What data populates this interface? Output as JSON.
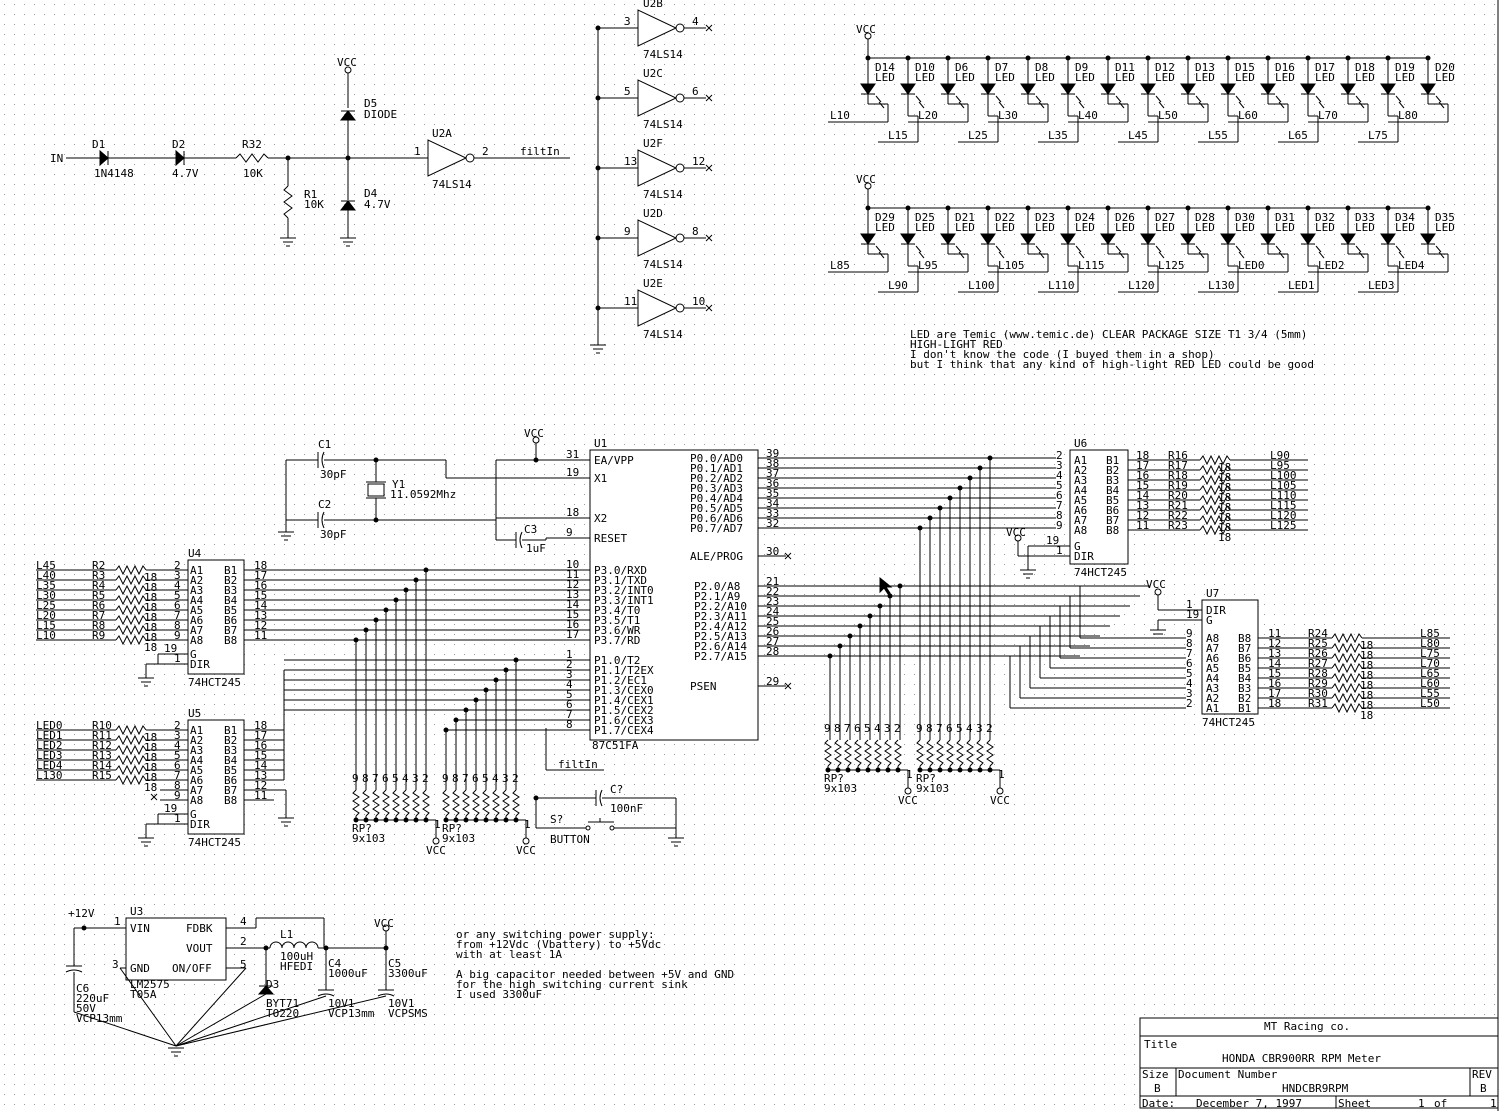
{
  "input": {
    "label": "IN"
  },
  "input_section": {
    "d1": {
      "ref": "D1",
      "value": "1N4148"
    },
    "d2": {
      "ref": "D2",
      "value": "4.7V"
    },
    "r32": {
      "ref": "R32",
      "value": "10K"
    },
    "r1": {
      "ref": "R1",
      "value": "10K"
    },
    "d5": {
      "ref": "D5",
      "value": "DIODE"
    },
    "d4": {
      "ref": "D4",
      "value": "4.7V"
    },
    "vcc": "VCC",
    "u2a": {
      "ref": "U2A",
      "value": "74LS14",
      "pin_in": "1",
      "pin_out": "2"
    },
    "net_out": "filtIn"
  },
  "spare_inverters": [
    {
      "ref": "U2B",
      "value": "74LS14",
      "pin_in": "3",
      "pin_out": "4"
    },
    {
      "ref": "U2C",
      "value": "74LS14",
      "pin_in": "5",
      "pin_out": "6"
    },
    {
      "ref": "U2F",
      "value": "74LS14",
      "pin_in": "13",
      "pin_out": "12"
    },
    {
      "ref": "U2D",
      "value": "74LS14",
      "pin_in": "9",
      "pin_out": "8"
    },
    {
      "ref": "U2E",
      "value": "74LS14",
      "pin_in": "11",
      "pin_out": "10"
    }
  ],
  "led_row1": {
    "vcc": "VCC",
    "leds": [
      "D14",
      "D10",
      "D6",
      "D7",
      "D8",
      "D9",
      "D11",
      "D12",
      "D13",
      "D15",
      "D16",
      "D17",
      "D18",
      "D19",
      "D20"
    ],
    "led_value": "LED",
    "nets_upper": [
      "L10",
      "L20",
      "L30",
      "L40",
      "L50",
      "L60",
      "L70",
      "L80"
    ],
    "nets_lower": [
      "L15",
      "L25",
      "L35",
      "L45",
      "L55",
      "L65",
      "L75"
    ]
  },
  "led_row2": {
    "vcc": "VCC",
    "leds": [
      "D29",
      "D25",
      "D21",
      "D22",
      "D23",
      "D24",
      "D26",
      "D27",
      "D28",
      "D30",
      "D31",
      "D32",
      "D33",
      "D34",
      "D35"
    ],
    "led_value": "LED",
    "nets_upper": [
      "L85",
      "L95",
      "L105",
      "L115",
      "L125",
      "LED0",
      "LED2",
      "LED4"
    ],
    "nets_lower": [
      "L90",
      "L100",
      "L110",
      "L120",
      "L130",
      "LED1",
      "LED3"
    ]
  },
  "led_note": [
    "LED are Temic (www.temic.de) CLEAR PACKAGE SIZE T1 3/4 (5mm)",
    "HIGH-LIGHT RED",
    "I don't know the code (I buyed them in a shop)",
    "but I think that any kind of high-light RED LED could be good"
  ],
  "mcu": {
    "ref": "U1",
    "value": "87C51FA",
    "vcc": "VCC",
    "left_pins": [
      {
        "num": "31",
        "name": "EA/VPP"
      },
      {
        "num": "19",
        "name": "X1"
      },
      {
        "num": "18",
        "name": "X2"
      },
      {
        "num": "9",
        "name": "RESET"
      },
      {
        "num": "10",
        "name": "P3.0/RXD"
      },
      {
        "num": "11",
        "name": "P3.1/TXD"
      },
      {
        "num": "12",
        "name": "P3.2/INT0"
      },
      {
        "num": "13",
        "name": "P3.3/INT1"
      },
      {
        "num": "14",
        "name": "P3.4/T0"
      },
      {
        "num": "15",
        "name": "P3.5/T1"
      },
      {
        "num": "16",
        "name": "P3.6/WR"
      },
      {
        "num": "17",
        "name": "P3.7/RD"
      },
      {
        "num": "1",
        "name": "P1.0/T2"
      },
      {
        "num": "2",
        "name": "P1.1/T2EX"
      },
      {
        "num": "3",
        "name": "P1.2/EC1"
      },
      {
        "num": "4",
        "name": "P1.3/CEX0"
      },
      {
        "num": "5",
        "name": "P1.4/CEX1"
      },
      {
        "num": "6",
        "name": "P1.5/CEX2"
      },
      {
        "num": "7",
        "name": "P1.6/CEX3"
      },
      {
        "num": "8",
        "name": "P1.7/CEX4"
      }
    ],
    "right_pins": [
      {
        "num": "39",
        "name": "P0.0/AD0"
      },
      {
        "num": "38",
        "name": "P0.1/AD1"
      },
      {
        "num": "37",
        "name": "P0.2/AD2"
      },
      {
        "num": "36",
        "name": "P0.3/AD3"
      },
      {
        "num": "35",
        "name": "P0.4/AD4"
      },
      {
        "num": "34",
        "name": "P0.5/AD5"
      },
      {
        "num": "33",
        "name": "P0.6/AD6"
      },
      {
        "num": "32",
        "name": "P0.7/AD7"
      },
      {
        "num": "30",
        "name": "ALE/PROG"
      },
      {
        "num": "21",
        "name": "P2.0/A8"
      },
      {
        "num": "22",
        "name": "P2.1/A9"
      },
      {
        "num": "23",
        "name": "P2.2/A10"
      },
      {
        "num": "24",
        "name": "P2.3/A11"
      },
      {
        "num": "25",
        "name": "P2.4/A12"
      },
      {
        "num": "26",
        "name": "P2.5/A13"
      },
      {
        "num": "27",
        "name": "P2.6/A14"
      },
      {
        "num": "28",
        "name": "P2.7/A15"
      },
      {
        "num": "29",
        "name": "PSEN"
      }
    ]
  },
  "oscillator": {
    "c1": {
      "ref": "C1",
      "value": "30pF"
    },
    "c2": {
      "ref": "C2",
      "value": "30pF"
    },
    "y1": {
      "ref": "Y1",
      "value": "11.0592Mhz"
    },
    "c3": {
      "ref": "C3",
      "value": "1uF"
    }
  },
  "u4": {
    "ref": "U4",
    "value": "74HCT245",
    "a_pins": [
      {
        "name": "A1",
        "num": "2"
      },
      {
        "name": "A2",
        "num": "3"
      },
      {
        "name": "A3",
        "num": "4"
      },
      {
        "name": "A4",
        "num": "5"
      },
      {
        "name": "A5",
        "num": "6"
      },
      {
        "name": "A6",
        "num": "7"
      },
      {
        "name": "A7",
        "num": "8"
      },
      {
        "name": "A8",
        "num": "9"
      }
    ],
    "b_pins": [
      {
        "name": "B1",
        "num": "18"
      },
      {
        "name": "B2",
        "num": "17"
      },
      {
        "name": "B3",
        "num": "16"
      },
      {
        "name": "B4",
        "num": "15"
      },
      {
        "name": "B5",
        "num": "14"
      },
      {
        "name": "B6",
        "num": "13"
      },
      {
        "name": "B7",
        "num": "12"
      },
      {
        "name": "B8",
        "num": "11"
      }
    ],
    "g": {
      "name": "G",
      "num": "19"
    },
    "dir": {
      "name": "DIR",
      "num": "1"
    },
    "nets": [
      "L45",
      "L40",
      "L35",
      "L30",
      "L25",
      "L20",
      "L15",
      "L10"
    ],
    "resistors": [
      "R2",
      "R3",
      "R4",
      "R5",
      "R6",
      "R7",
      "R8",
      "R9"
    ],
    "rval": "18"
  },
  "u5": {
    "ref": "U5",
    "value": "74HCT245",
    "a_pins": [
      {
        "name": "A1",
        "num": "2"
      },
      {
        "name": "A2",
        "num": "3"
      },
      {
        "name": "A3",
        "num": "4"
      },
      {
        "name": "A4",
        "num": "5"
      },
      {
        "name": "A5",
        "num": "6"
      },
      {
        "name": "A6",
        "num": "7"
      },
      {
        "name": "A7",
        "num": "8"
      },
      {
        "name": "A8",
        "num": "9"
      }
    ],
    "b_pins": [
      {
        "name": "B1",
        "num": "18"
      },
      {
        "name": "B2",
        "num": "17"
      },
      {
        "name": "B3",
        "num": "16"
      },
      {
        "name": "B4",
        "num": "15"
      },
      {
        "name": "B5",
        "num": "14"
      },
      {
        "name": "B6",
        "num": "13"
      },
      {
        "name": "B7",
        "num": "12"
      },
      {
        "name": "B8",
        "num": "11"
      }
    ],
    "g": {
      "name": "G",
      "num": "19"
    },
    "dir": {
      "name": "DIR",
      "num": "1"
    },
    "nets": [
      "LED0",
      "LED1",
      "LED2",
      "LED3",
      "LED4",
      "L130"
    ],
    "resistors": [
      "R10",
      "R11",
      "R12",
      "R13",
      "R14",
      "R15"
    ],
    "rval": "18"
  },
  "u6": {
    "ref": "U6",
    "value": "74HCT245",
    "vcc": "VCC",
    "a_pins": [
      {
        "name": "A1",
        "num": "2"
      },
      {
        "name": "A2",
        "num": "3"
      },
      {
        "name": "A3",
        "num": "4"
      },
      {
        "name": "A4",
        "num": "5"
      },
      {
        "name": "A5",
        "num": "6"
      },
      {
        "name": "A6",
        "num": "7"
      },
      {
        "name": "A7",
        "num": "8"
      },
      {
        "name": "A8",
        "num": "9"
      }
    ],
    "b_pins": [
      {
        "name": "B1",
        "num": "18"
      },
      {
        "name": "B2",
        "num": "17"
      },
      {
        "name": "B3",
        "num": "16"
      },
      {
        "name": "B4",
        "num": "15"
      },
      {
        "name": "B5",
        "num": "14"
      },
      {
        "name": "B6",
        "num": "13"
      },
      {
        "name": "B7",
        "num": "12"
      },
      {
        "name": "B8",
        "num": "11"
      }
    ],
    "g": {
      "name": "G",
      "num": "19"
    },
    "dir": {
      "name": "DIR",
      "num": "1"
    },
    "resistors": [
      "R16",
      "R17",
      "R18",
      "R19",
      "R20",
      "R21",
      "R22",
      "R23"
    ],
    "rval": "18",
    "nets": [
      "L90",
      "L95",
      "L100",
      "L105",
      "L110",
      "L115",
      "L120",
      "L125"
    ]
  },
  "u7": {
    "ref": "U7",
    "value": "74HCT245",
    "vcc": "VCC",
    "a_pins": [
      {
        "name": "A8",
        "num": "9"
      },
      {
        "name": "A7",
        "num": "8"
      },
      {
        "name": "A6",
        "num": "7"
      },
      {
        "name": "A5",
        "num": "6"
      },
      {
        "name": "A4",
        "num": "5"
      },
      {
        "name": "A3",
        "num": "4"
      },
      {
        "name": "A2",
        "num": "3"
      },
      {
        "name": "A1",
        "num": "2"
      }
    ],
    "b_pins": [
      {
        "name": "B8",
        "num": "11"
      },
      {
        "name": "B7",
        "num": "12"
      },
      {
        "name": "B6",
        "num": "13"
      },
      {
        "name": "B5",
        "num": "14"
      },
      {
        "name": "B4",
        "num": "15"
      },
      {
        "name": "B3",
        "num": "16"
      },
      {
        "name": "B2",
        "num": "17"
      },
      {
        "name": "B1",
        "num": "18"
      }
    ],
    "dir": {
      "name": "DIR",
      "num": "1"
    },
    "g": {
      "name": "G",
      "num": "19"
    },
    "resistors": [
      "R24",
      "R25",
      "R26",
      "R27",
      "R28",
      "R29",
      "R30",
      "R31"
    ],
    "rval": "18",
    "nets": [
      "L85",
      "L80",
      "L75",
      "L70",
      "L65",
      "L60",
      "L55",
      "L50"
    ]
  },
  "resistor_packs": {
    "ref": "RP?",
    "value": "9x103",
    "pins": [
      "9",
      "8",
      "7",
      "6",
      "5",
      "4",
      "3",
      "2"
    ],
    "common_pin": "1",
    "vcc": "VCC"
  },
  "reset_circuit": {
    "c": {
      "ref": "C?",
      "value": "100nF"
    },
    "sw": {
      "ref": "S?",
      "value": "BUTTON"
    },
    "net": "filtIn"
  },
  "power": {
    "in_label": "+12V",
    "u3": {
      "ref": "U3",
      "value": "LM2575",
      "package": "T05A",
      "pins": [
        {
          "num": "1",
          "name": "VIN"
        },
        {
          "num": "3",
          "name": "GND"
        },
        {
          "num": "4",
          "name": "FDBK"
        },
        {
          "num": "2",
          "name": "VOUT"
        },
        {
          "num": "5",
          "name": "ON/OFF"
        }
      ]
    },
    "l1": {
      "ref": "L1",
      "value": "100uH",
      "part": "HFEDI"
    },
    "d3": {
      "ref": "D3",
      "value": "BYT71",
      "package": "TO220"
    },
    "c4": {
      "ref": "C4",
      "value": "1000uF",
      "rating": "10V1",
      "package": "VCP13mm"
    },
    "c5": {
      "ref": "C5",
      "value": "3300uF",
      "rating": "10V1",
      "package": "VCPSMS"
    },
    "c6": {
      "ref": "C6",
      "value": "220uF",
      "rating": "50V",
      "package": "VCP13mm"
    },
    "vcc": "VCC"
  },
  "power_note": [
    "or any switching power supply:",
    "from +12Vdc (Vbattery) to +5Vdc",
    "with at least 1A",
    "",
    "A big capacitor needed between +5V and GND",
    "for the high switching current sink",
    "I used 3300uF"
  ],
  "title_block": {
    "company": "MT Racing co.",
    "title_label": "Title",
    "title": "HONDA CBR900RR RPM Meter",
    "size_label": "Size",
    "size": "B",
    "docnum_label": "Document Number",
    "docnum": "HNDCBR9RPM",
    "rev_label": "REV",
    "rev": "B",
    "date_label": "Date:",
    "date": "December  7, 1997",
    "sheet_label": "Sheet",
    "sheet_num": "1",
    "sheet_of": "of",
    "sheet_total": "1"
  }
}
